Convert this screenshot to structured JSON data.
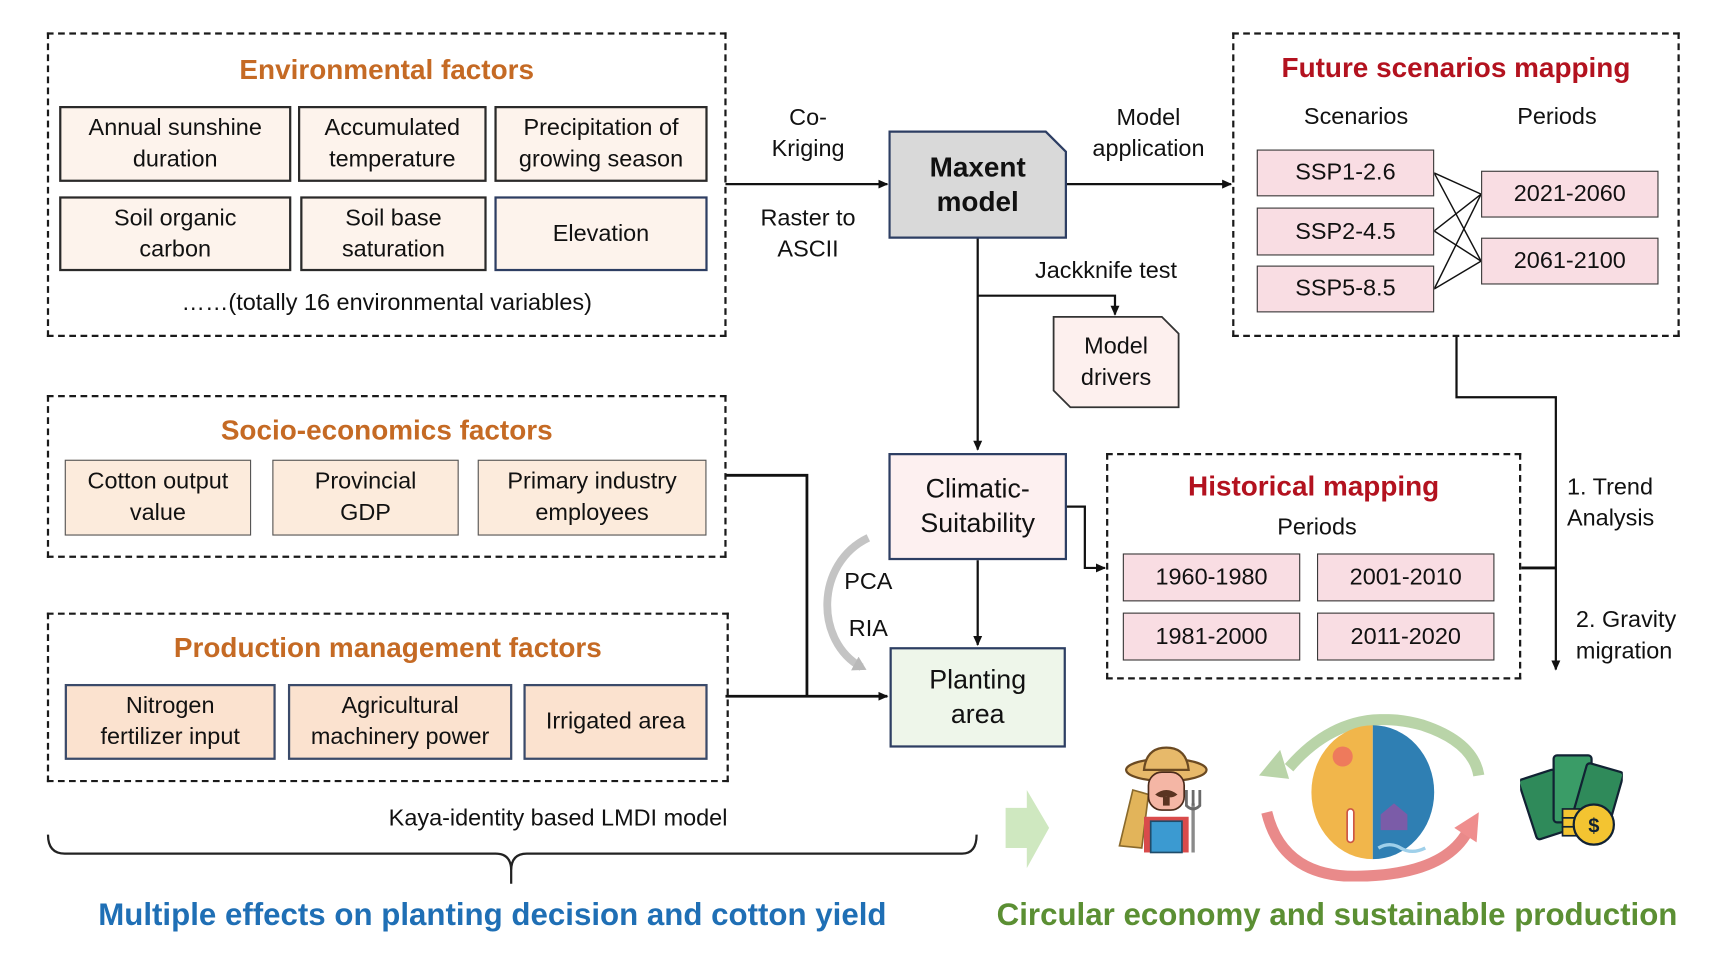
{
  "environmental": {
    "title": "Environmental factors",
    "items": [
      "Annual sunshine duration",
      "Accumulated temperature",
      "Precipitation of growing season",
      "Soil organic carbon",
      "Soil base saturation",
      "Elevation"
    ],
    "item_lines": [
      [
        "Annual sunshine",
        "duration"
      ],
      [
        "Accumulated",
        "temperature"
      ],
      [
        "Precipitation of",
        "growing season"
      ],
      [
        "Soil organic",
        "carbon"
      ],
      [
        "Soil base",
        "saturation"
      ],
      [
        "Elevation"
      ]
    ],
    "note": "……(totally 16 environmental variables)"
  },
  "socio": {
    "title": "Socio-economics factors",
    "item_lines": [
      [
        "Cotton output",
        "value"
      ],
      [
        "Provincial",
        "GDP"
      ],
      [
        "Primary industry",
        "employees"
      ]
    ]
  },
  "production": {
    "title": "Production management factors",
    "item_lines": [
      [
        "Nitrogen",
        "fertilizer input"
      ],
      [
        "Agricultural",
        "machinery power"
      ],
      [
        "Irrigated area"
      ]
    ]
  },
  "flow": {
    "cokriging": [
      "Co-",
      "Kriging"
    ],
    "raster": [
      "Raster to",
      "ASCII"
    ],
    "maxent": [
      "Maxent",
      "model"
    ],
    "model_application": [
      "Model",
      "application"
    ],
    "jackknife": "Jackknife test",
    "model_drivers": [
      "Model",
      "drivers"
    ],
    "climatic": [
      "Climatic-",
      "Suitability"
    ],
    "pca": "PCA",
    "ria": "RIA",
    "planting": [
      "Planting",
      "area"
    ],
    "trend": [
      "1. Trend",
      "Analysis"
    ],
    "gravity": [
      "2. Gravity",
      "migration"
    ]
  },
  "future": {
    "title": "Future scenarios mapping",
    "scenarios_header": "Scenarios",
    "periods_header": "Periods",
    "scenarios": [
      "SSP1-2.6",
      "SSP2-4.5",
      "SSP5-8.5"
    ],
    "periods": [
      "2021-2060",
      "2061-2100"
    ]
  },
  "historical": {
    "title": "Historical mapping",
    "periods_header": "Periods",
    "periods": [
      "1960-1980",
      "2001-2010",
      "1981-2000",
      "2011-2020"
    ]
  },
  "bottom": {
    "lmdi": "Kaya-identity based LMDI model",
    "left_caption": "Multiple effects on planting decision and cotton yield",
    "right_caption": "Circular economy and sustainable production",
    "icons": [
      "farmer-icon",
      "climate-cycle-icon",
      "money-icon"
    ]
  },
  "colors": {
    "factor_title": "#c56a24",
    "mapping_title": "#b3121f",
    "left_caption": "#1f6fb5",
    "right_caption": "#5b8f33"
  }
}
